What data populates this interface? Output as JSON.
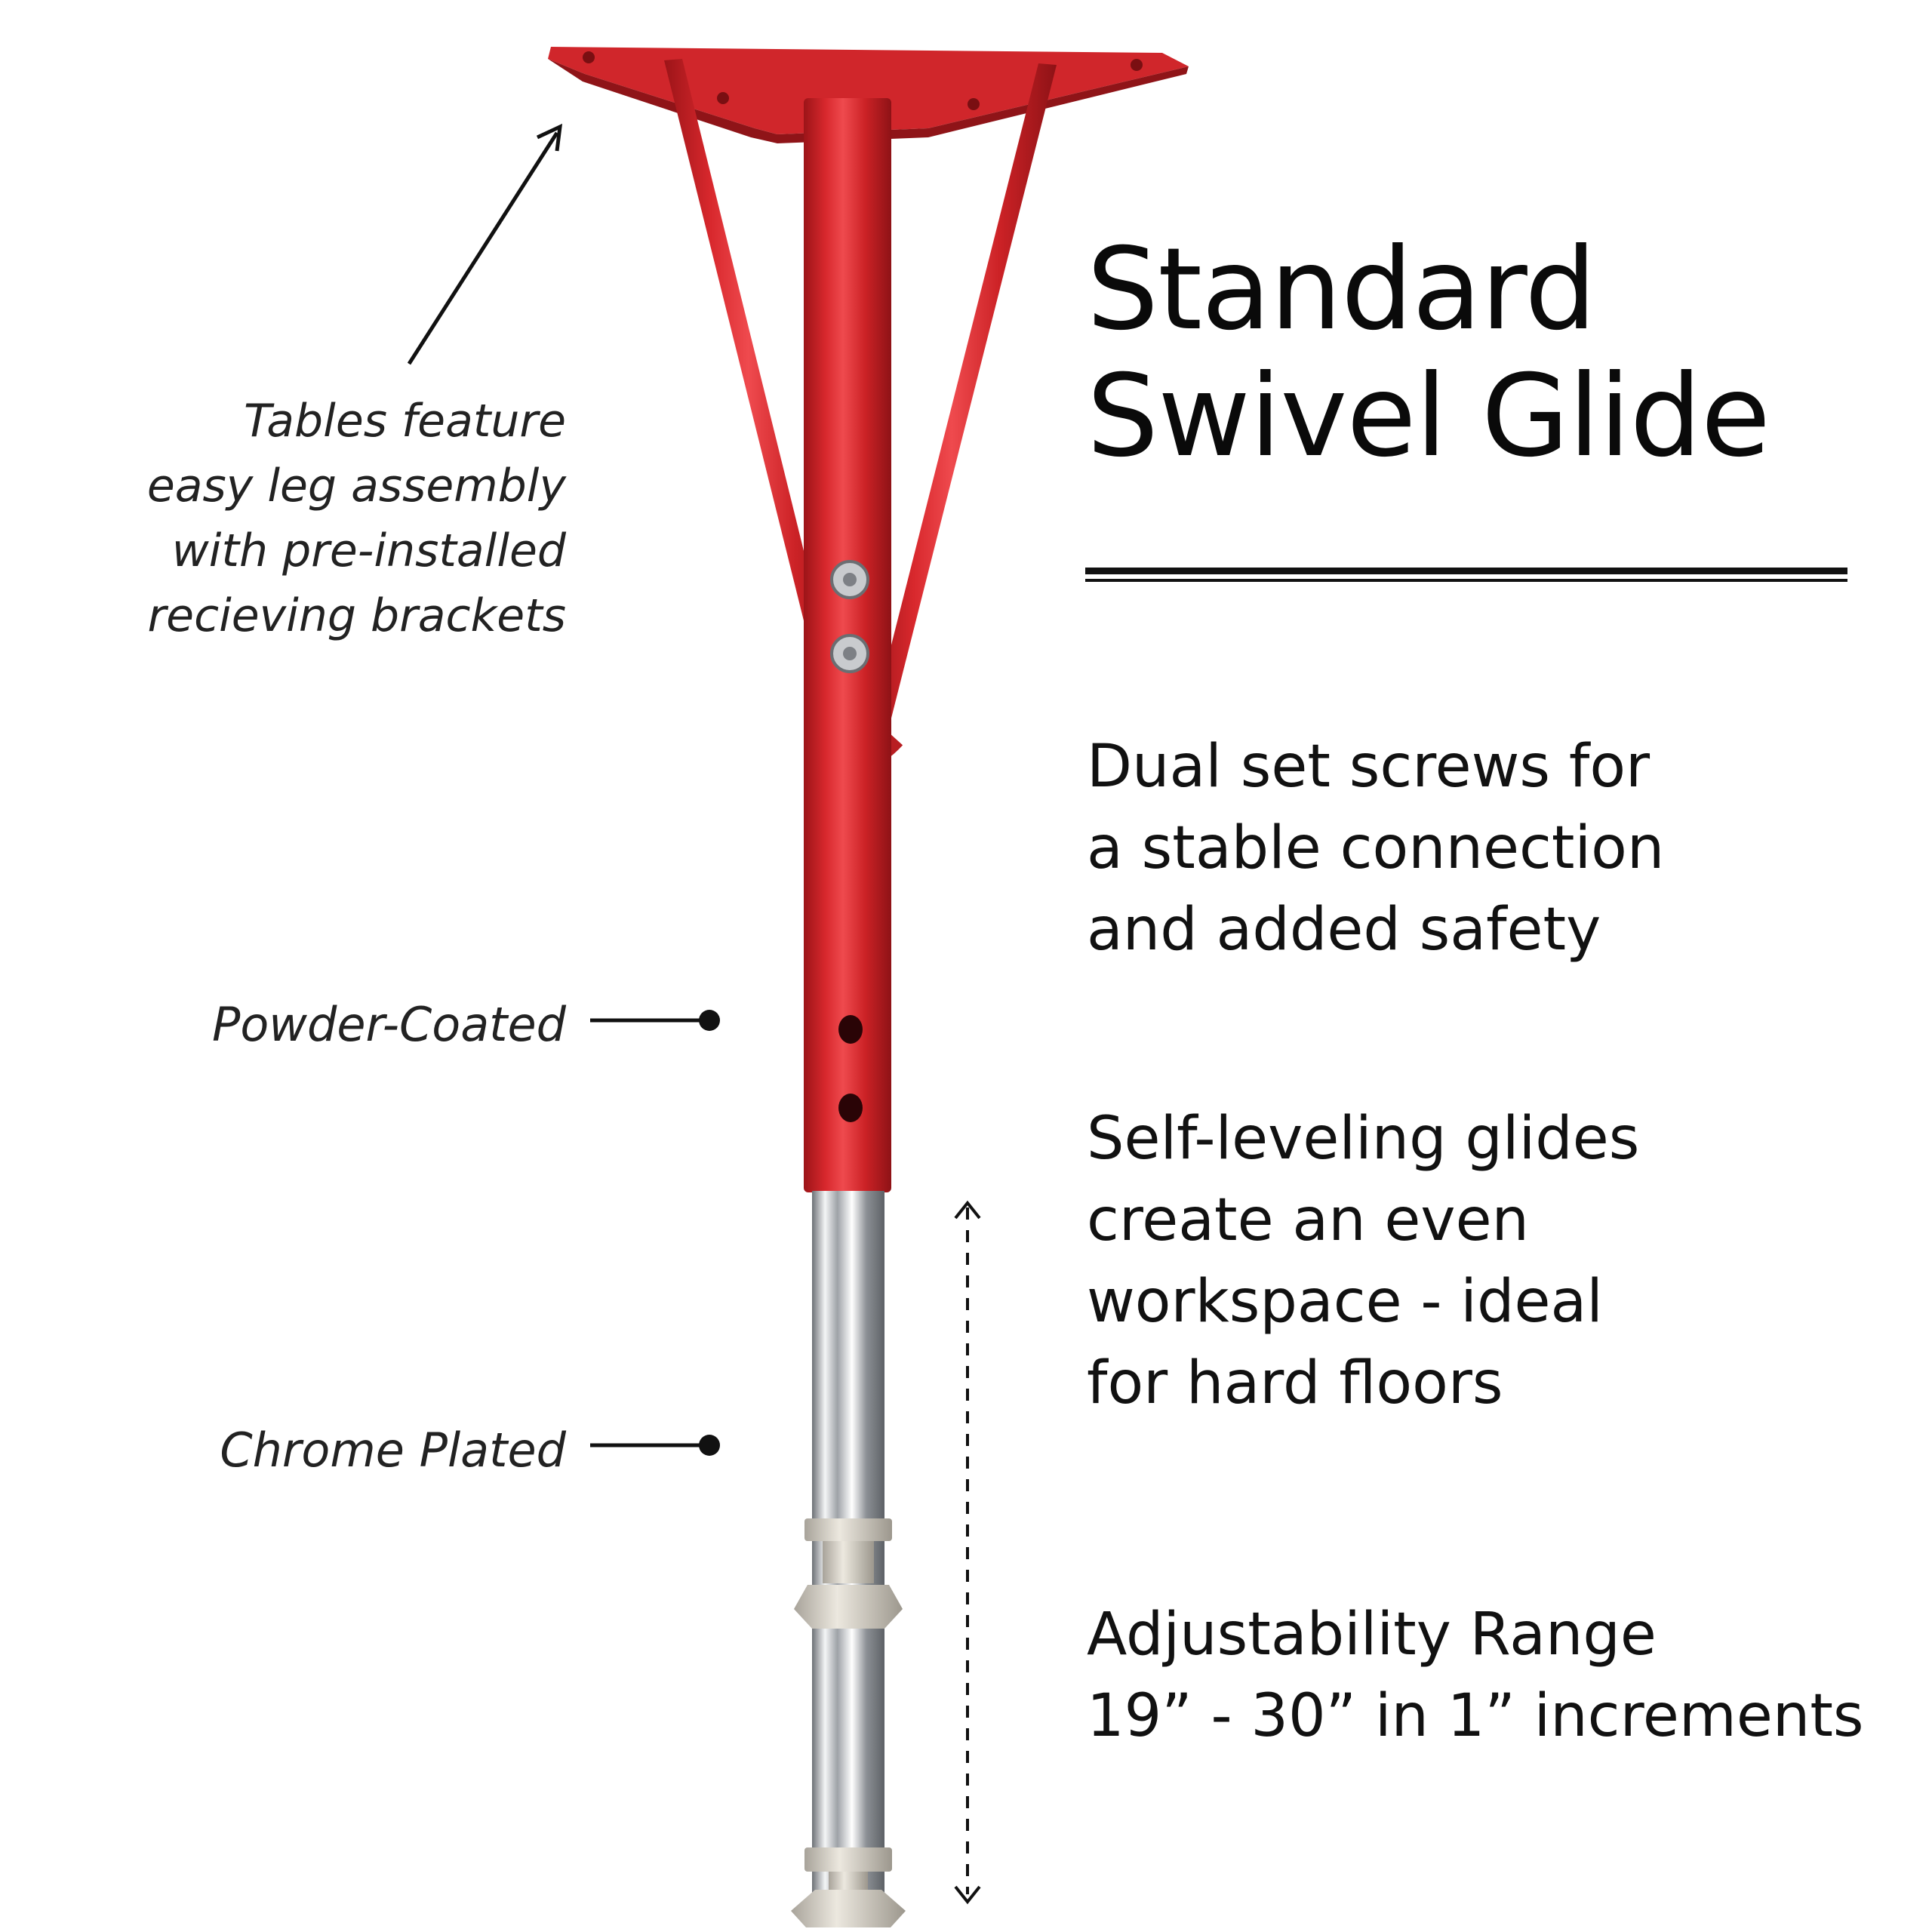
{
  "title": {
    "lines": [
      "Standard",
      "Swivel Glide"
    ]
  },
  "callouts": {
    "assembly": [
      "Tables feature",
      "easy leg assembly",
      "with pre-installed",
      "recieving brackets"
    ],
    "powder_coated": "Powder-Coated",
    "chrome_plated": "Chrome Plated"
  },
  "features": {
    "screws": [
      "Dual set screws for",
      "a stable connection",
      "and added safety"
    ],
    "glides": [
      "Self-leveling glides",
      "create an even",
      "workspace - ideal",
      "for hard floors"
    ],
    "range": [
      "Adjustability Range",
      "19” - 30” in 1” increments"
    ]
  },
  "colors": {
    "leg_red": "#d42a2e",
    "chrome": "#c9ccd0",
    "text": "#111111"
  }
}
